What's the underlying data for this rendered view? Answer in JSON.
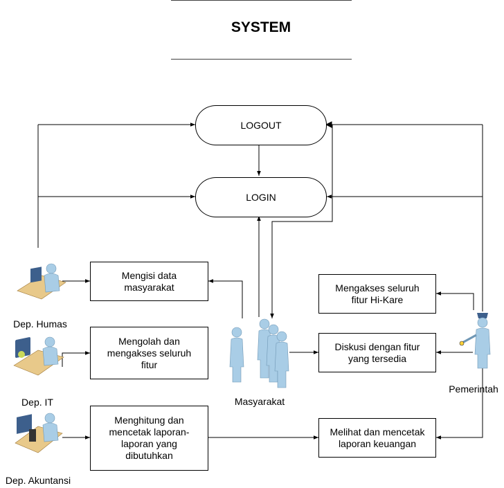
{
  "title": "SYSTEM",
  "nodes": {
    "logout": "LOGOUT",
    "login": "LOGIN"
  },
  "actors": {
    "humas": "Dep. Humas",
    "it": "Dep. IT",
    "akuntansi": "Dep. Akuntansi",
    "masyarakat": "Masyarakat",
    "pemerintah": "Pemerintah"
  },
  "tasks": {
    "humas_task": [
      "Mengisi data",
      "masyarakat"
    ],
    "it_task": [
      "Mengolah dan",
      "mengakses seluruh",
      "fitur"
    ],
    "akuntansi_task": [
      "Menghitung dan",
      "mencetak laporan-",
      "laporan yang",
      "dibutuhkan"
    ],
    "pemerintah_access": [
      "Mengakses seluruh",
      "fitur Hi-Kare"
    ],
    "diskusi": [
      "Diskusi dengan fitur",
      "yang tersedia"
    ],
    "laporan": [
      "Melihat dan mencetak",
      "laporan keuangan"
    ]
  },
  "colors": {
    "line": "#000000",
    "person_body": "#a9cde6",
    "person_shadow": "#7fa9c9",
    "desk": "#e8c98a",
    "monitor": "#3d5f8c"
  }
}
